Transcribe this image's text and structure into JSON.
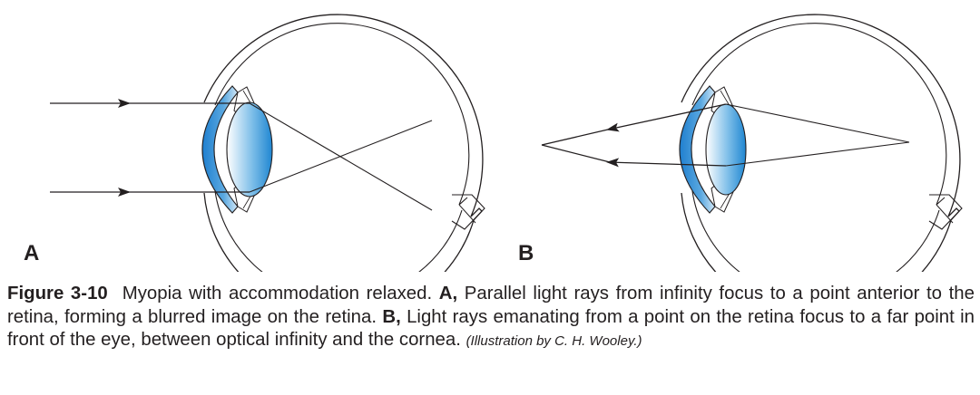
{
  "panels": {
    "a_label": "A",
    "b_label": "B"
  },
  "caption": {
    "figure_number": "Figure 3-10",
    "intro": "Myopia with accommodation relaxed. ",
    "a_marker": "A,",
    "a_text": " Parallel light rays from infinity focus to a point anterior to the retina, forming a blurred image on the retina. ",
    "b_marker": "B,",
    "b_text": " Light rays emanating from a point on the retina focus to a far point in front of the eye, between optical infinity and the cornea. ",
    "credit": "(Illustration by C. H. Wooley.)"
  },
  "colors": {
    "line": "#231f20",
    "cornea_blue": "#2e8fd6",
    "lens_blue": "#1f86d1",
    "background": "#ffffff"
  }
}
